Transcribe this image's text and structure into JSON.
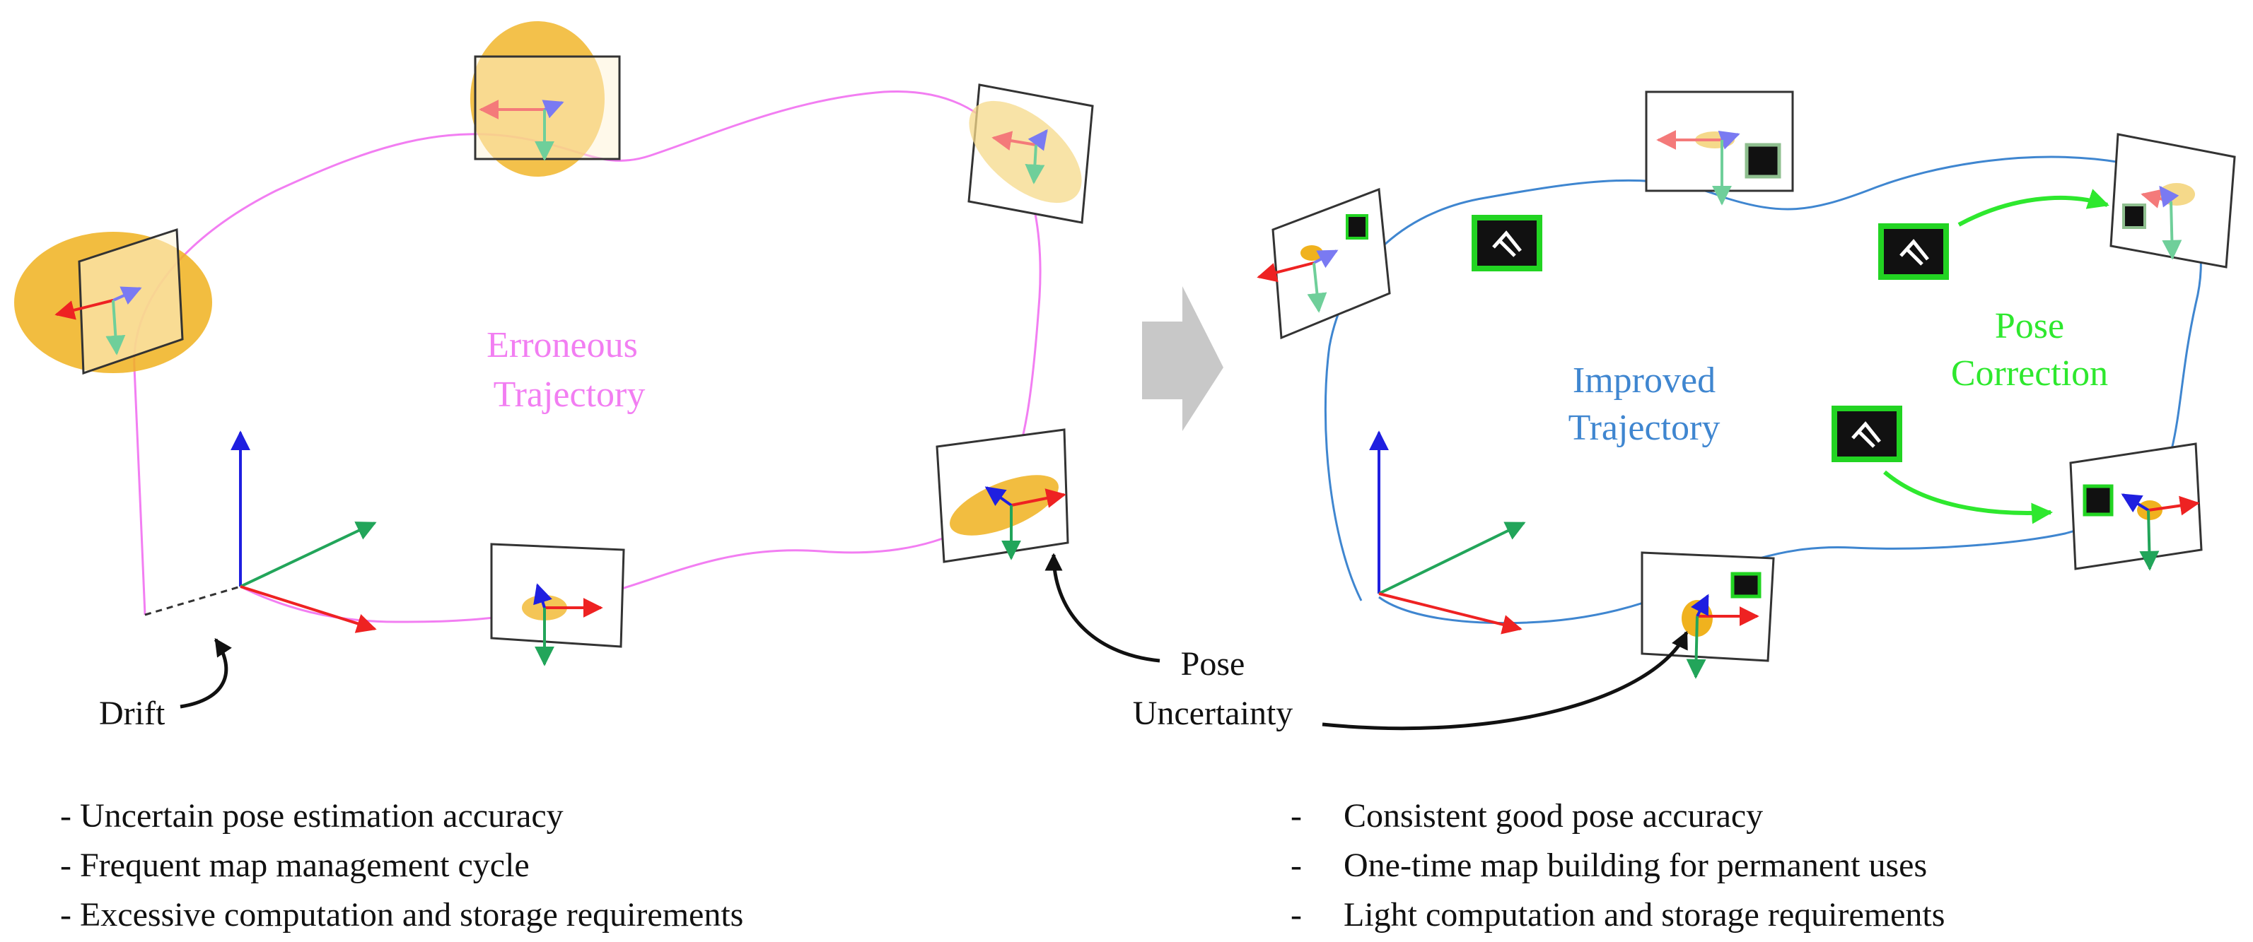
{
  "left_panel": {
    "trajectory_label_line1": "Erroneous",
    "trajectory_label_line2": "Trajectory",
    "drift_label": "Drift",
    "bullets": [
      "- Uncertain pose estimation accuracy",
      "- Frequent map management cycle",
      "- Excessive computation and storage requirements"
    ]
  },
  "right_panel": {
    "trajectory_label_line1": "Improved",
    "trajectory_label_line2": "Trajectory",
    "correction_label_line1": "Pose",
    "correction_label_line2": "Correction",
    "bullet_marker": "-",
    "bullets": [
      "Consistent good pose accuracy",
      "One-time map building for permanent uses",
      "Light computation and storage requirements"
    ]
  },
  "shared": {
    "uncertainty_label_line1": "Pose",
    "uncertainty_label_line2": "Uncertainty"
  },
  "colors": {
    "erroneous_trajectory": "#f27ef2",
    "improved_trajectory": "#3f86d0",
    "correction": "#2ee82e",
    "uncertainty_fill": "#f0b21e",
    "axis_x": "#ee2222",
    "axis_y": "#22a55a",
    "axis_z": "#1f1fe0",
    "marker_frame": "#22d422"
  }
}
